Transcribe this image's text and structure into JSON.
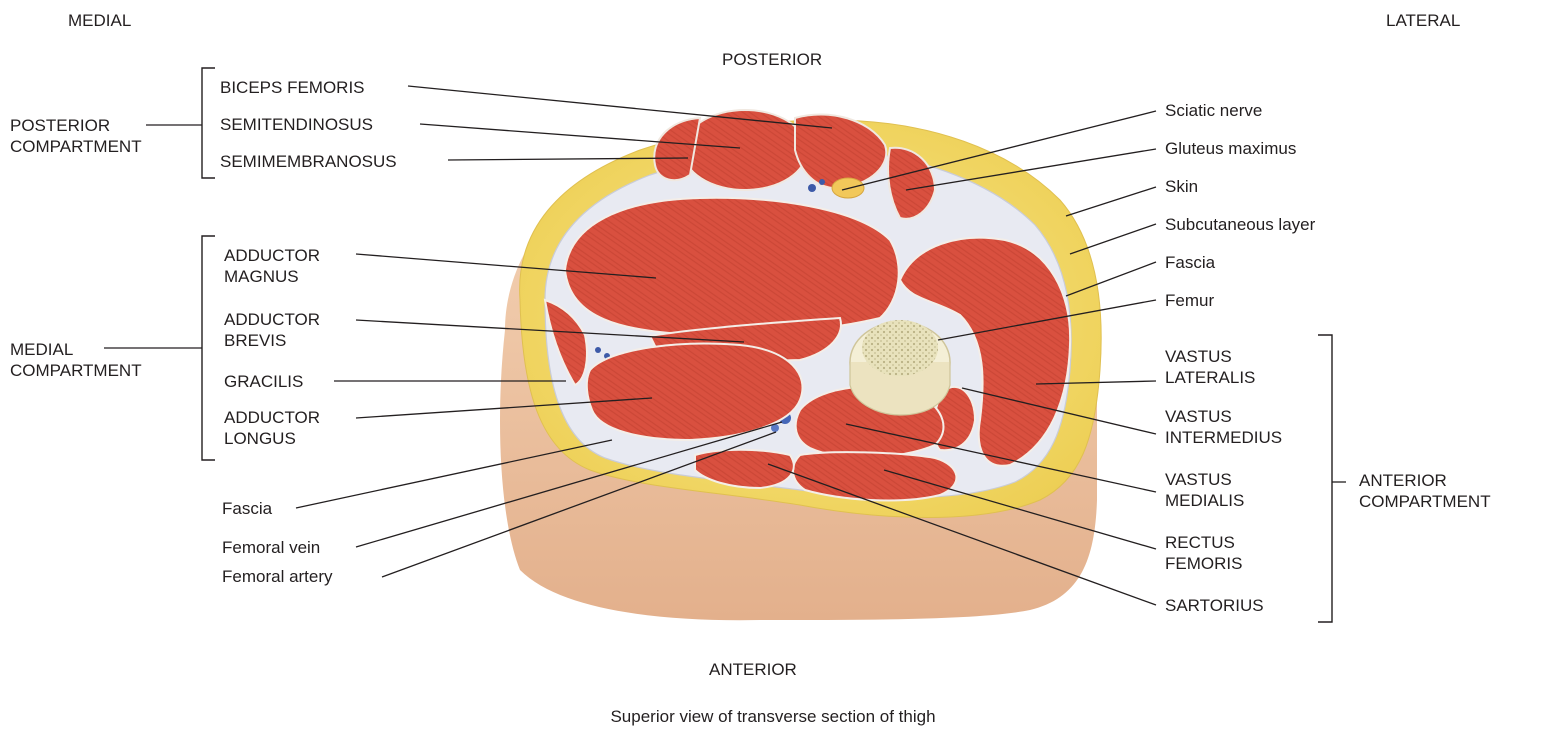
{
  "orientation": {
    "medial": "MEDIAL",
    "lateral": "LATERAL",
    "posterior": "POSTERIOR",
    "anterior": "ANTERIOR"
  },
  "caption": "Superior view of transverse section of thigh",
  "compartments": {
    "posterior": [
      "POSTERIOR",
      "COMPARTMENT"
    ],
    "medial": [
      "MEDIAL",
      "COMPARTMENT"
    ],
    "anterior": [
      "ANTERIOR",
      "COMPARTMENT"
    ]
  },
  "labels": {
    "biceps_femoris": "BICEPS FEMORIS",
    "semitendinosus": "SEMITENDINOSUS",
    "semimembranosus": "SEMIMEMBRANOSUS",
    "adductor_magnus": [
      "ADDUCTOR",
      "MAGNUS"
    ],
    "adductor_brevis": [
      "ADDUCTOR",
      "BREVIS"
    ],
    "gracilis": "GRACILIS",
    "adductor_longus": [
      "ADDUCTOR",
      "LONGUS"
    ],
    "fascia_left": "Fascia",
    "femoral_vein": "Femoral vein",
    "femoral_artery": "Femoral artery",
    "sciatic_nerve": "Sciatic nerve",
    "gluteus_maximus": "Gluteus maximus",
    "skin": "Skin",
    "subcutaneous_layer": "Subcutaneous layer",
    "fascia_right": "Fascia",
    "femur": "Femur",
    "vastus_lateralis": [
      "VASTUS",
      "LATERALIS"
    ],
    "vastus_intermedius": [
      "VASTUS",
      "INTERMEDIUS"
    ],
    "vastus_medialis": [
      "VASTUS",
      "MEDIALIS"
    ],
    "rectus_femoris": [
      "RECTUS",
      "FEMORIS"
    ],
    "sartorius": "SARTORIUS"
  },
  "colors": {
    "muscle": "#d9503f",
    "muscle_dark": "#b63a2c",
    "fat": "#f3dc6e",
    "fascia": "#e6e8f0",
    "skin_side": "#eec6a4",
    "bone_outer": "#f2ecd0",
    "bone_marrow": "#d9d3a6"
  }
}
